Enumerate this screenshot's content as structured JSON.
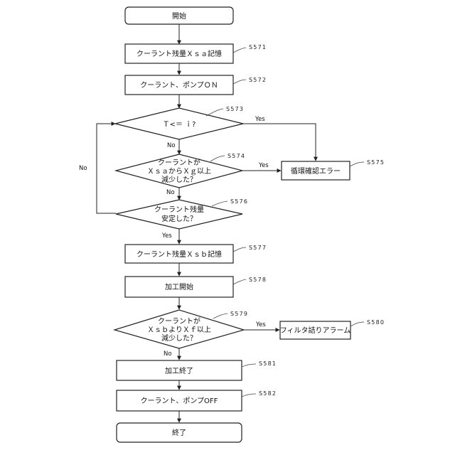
{
  "nodes": {
    "start": "開始",
    "s571": "クーラント残量Ｘｓａ記憶",
    "s572": "クーラント、ポンプＯＮ",
    "s573": "Ｔ<＝ ｉ?",
    "s574_1": "クーラントが",
    "s574_2": "ＸｓａからＸｇ以上",
    "s574_3": "減少した？",
    "s575": "循環確認エラー",
    "s576_1": "クーラント残量",
    "s576_2": "安定した？",
    "s577": "クーラント残量Ｘｓｂ記憶",
    "s578": "加工開始",
    "s579_1": "クーラントが",
    "s579_2": "ＸｓｂよりＸｆ以上",
    "s579_3": "減少した？",
    "s580": "フィルタ詰りアラーム",
    "s581": "加工終了",
    "s582": "クーラント、ポンプOFF",
    "end": "終了"
  },
  "labels": {
    "yes": "Yes",
    "no": "No"
  },
  "steps": {
    "s571": "S571",
    "s572": "S572",
    "s573": "S573",
    "s574": "S574",
    "s575": "S575",
    "s576": "S576",
    "s577": "S577",
    "s578": "S578",
    "s579": "S579",
    "s580": "S580",
    "s581": "S581",
    "s582": "S582"
  }
}
